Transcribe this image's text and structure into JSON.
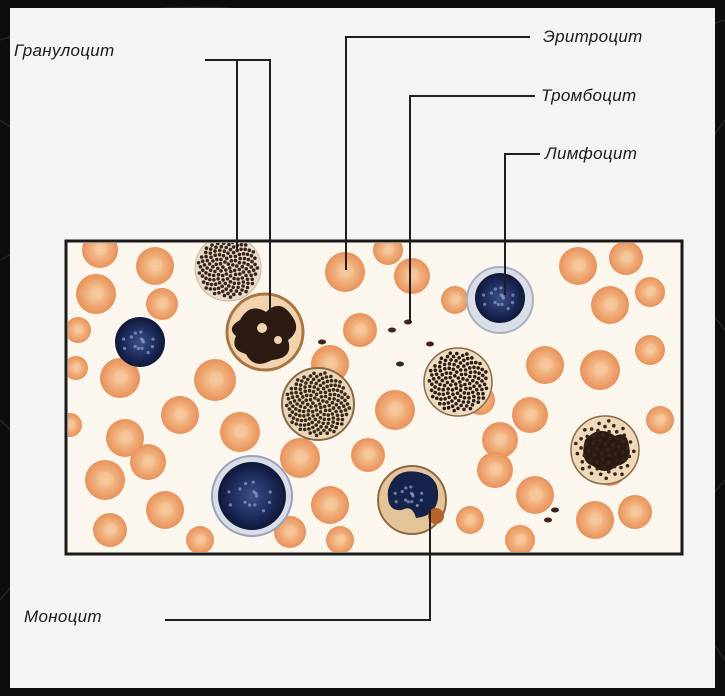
{
  "labels": {
    "granulocyte": "Гранулоцит",
    "erythrocyte": "Эритроцит",
    "thrombocyte": "Тромбоцит",
    "lymphocyte": "Лимфоцит",
    "monocyte": "Моноцит"
  },
  "colors": {
    "background": "#0d0d0d",
    "panel": "#f4f5f2",
    "smear": "#fbf7ee",
    "frame": "#1a1a1a",
    "erythrocyte": "#efa46c",
    "erythrocyte_center": "#f6c79b",
    "nucleus_dark": "#15224a",
    "granule": "#3a2418",
    "cytoplasm_light": "#d8dde8",
    "granulocyte_cytoplasm": "#f1d3b0"
  }
}
